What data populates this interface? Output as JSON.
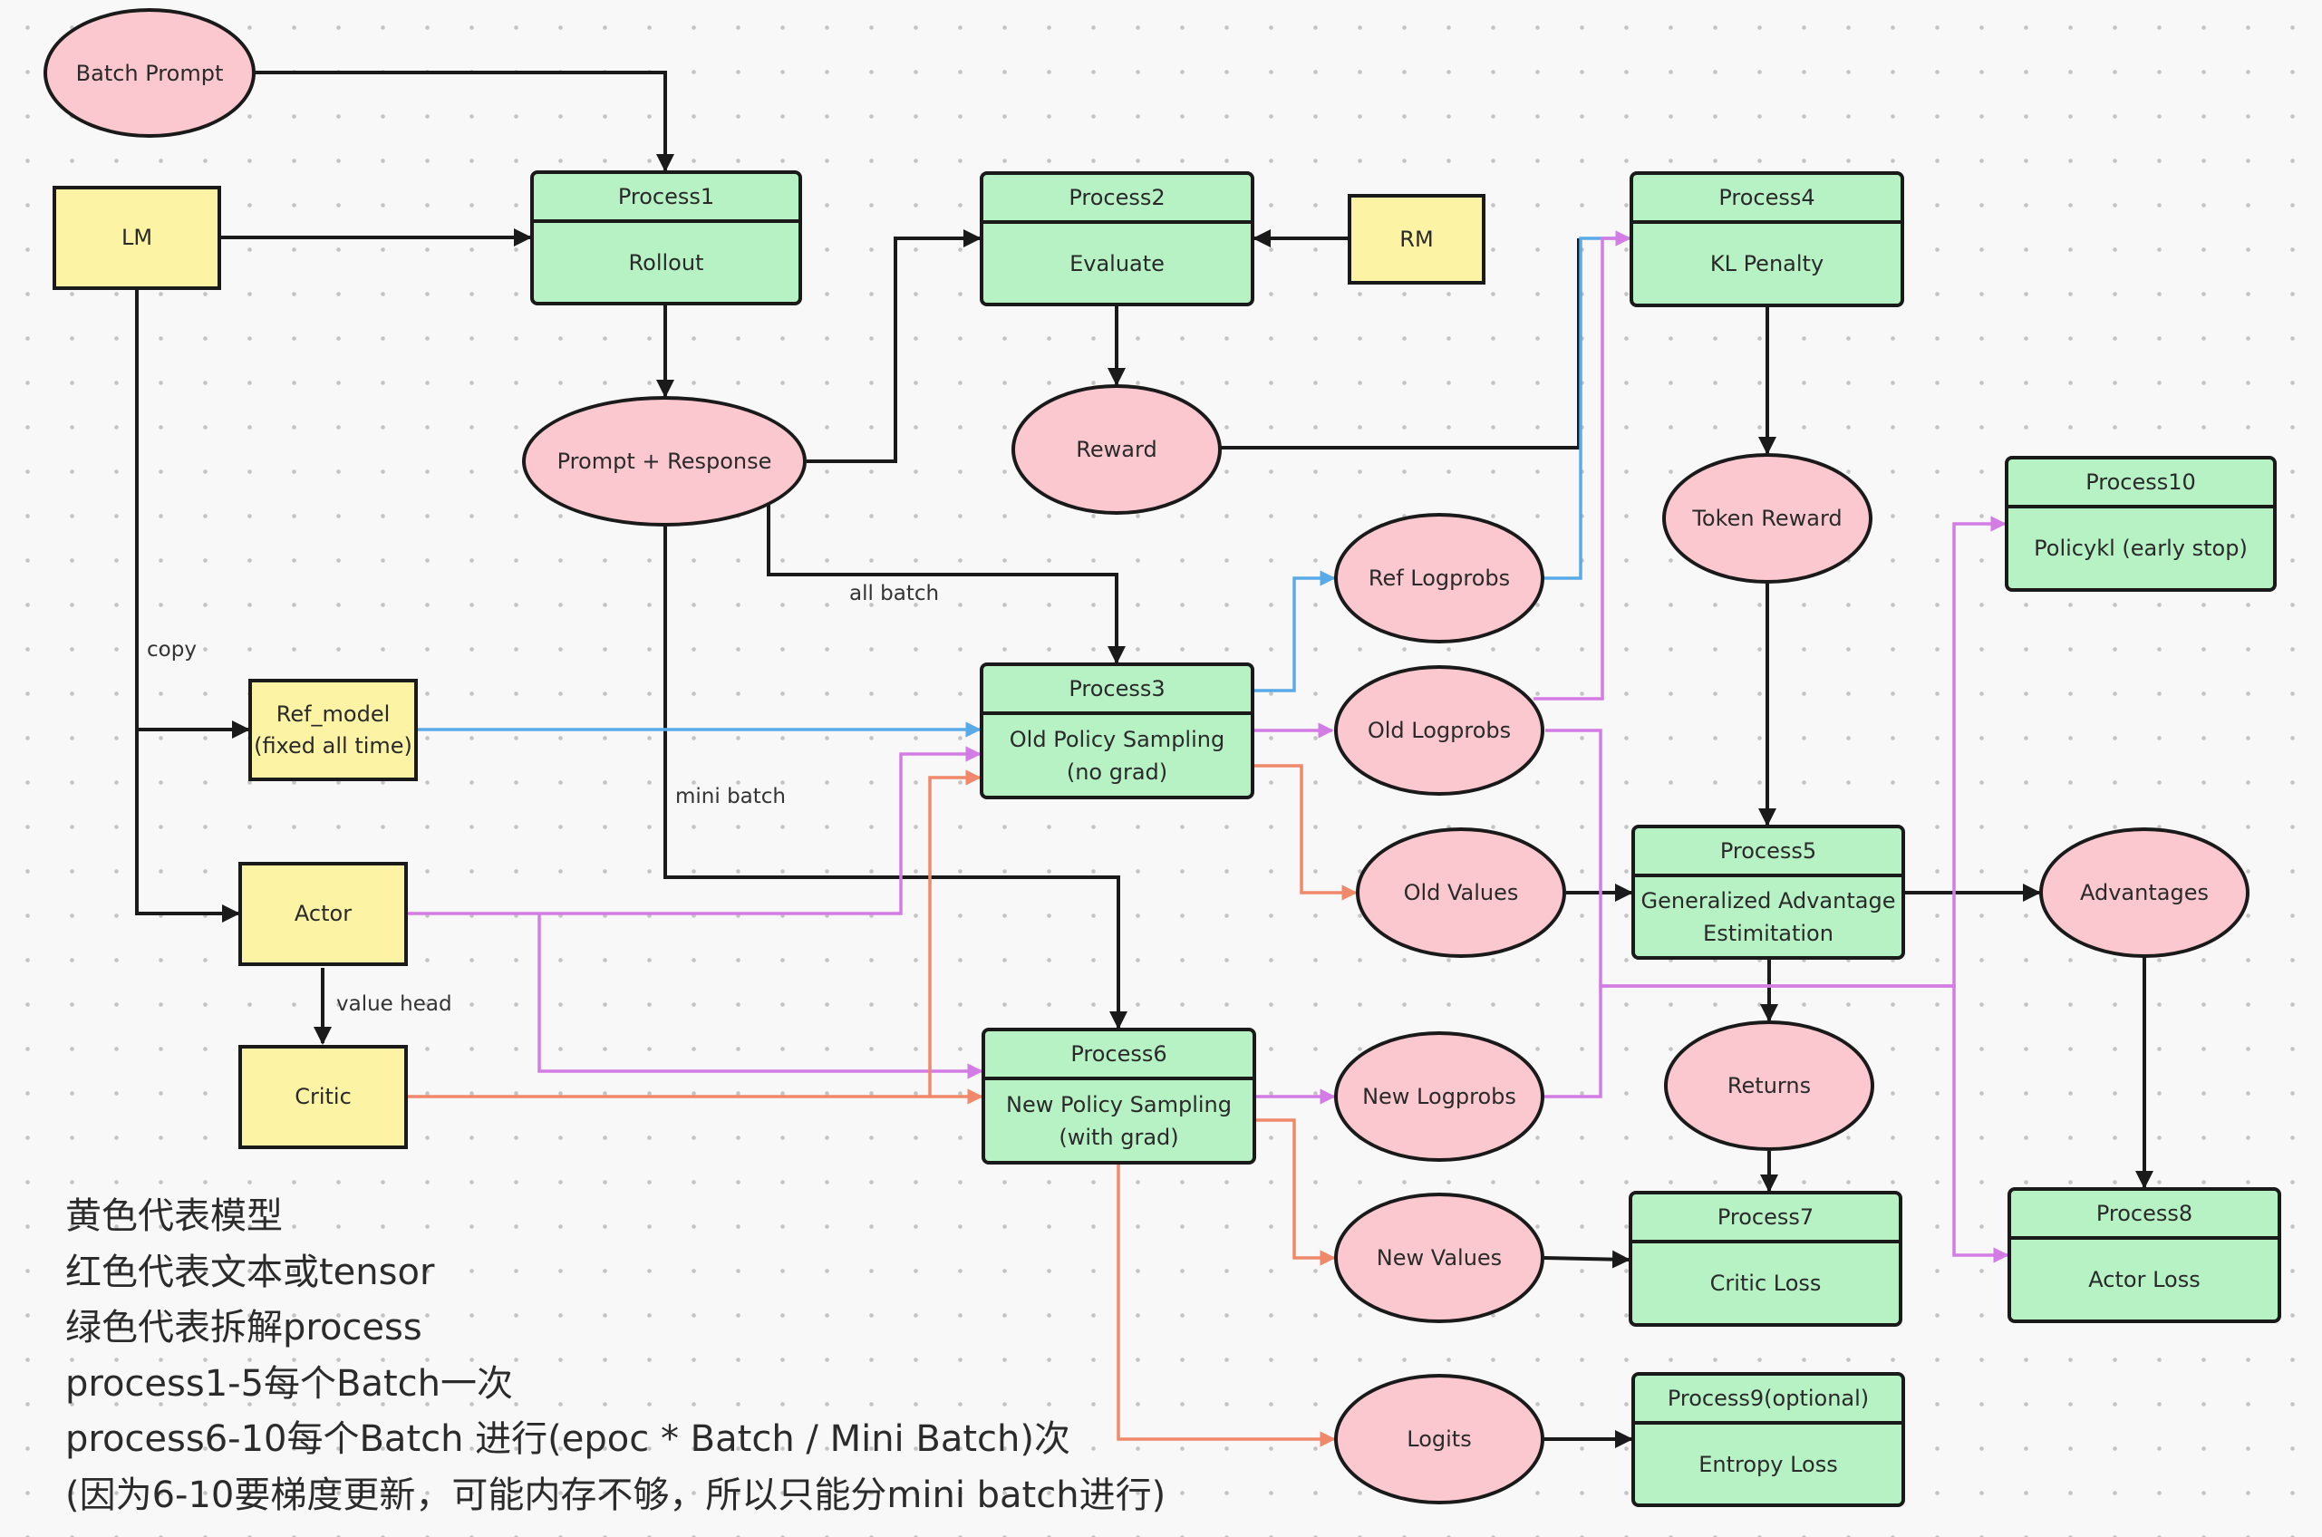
{
  "colors": {
    "model": "#fdf3a4",
    "tensor": "#fbc8cf",
    "process": "#b6f2c4",
    "edge_black": "#1a1a1a",
    "edge_blue": "#5aaae8",
    "edge_violet": "#d47ce6",
    "edge_orange": "#f0886a"
  },
  "nodes": {
    "batch_prompt": "Batch Prompt",
    "lm": "LM",
    "rm": "RM",
    "ref_model": "Ref_model\n(fixed all time)",
    "actor": "Actor",
    "critic": "Critic",
    "prompt_response": "Prompt + Response",
    "reward": "Reward",
    "token_reward": "Token Reward",
    "ref_logprobs": "Ref Logprobs",
    "old_logprobs": "Old Logprobs",
    "old_values": "Old Values",
    "advantages": "Advantages",
    "returns": "Returns",
    "new_logprobs": "New Logprobs",
    "new_values": "New Values",
    "logits": "Logits"
  },
  "processes": {
    "p1": {
      "header": "Process1",
      "body": "Rollout"
    },
    "p2": {
      "header": "Process2",
      "body": "Evaluate"
    },
    "p3": {
      "header": "Process3",
      "body": "Old Policy Sampling\n(no grad)"
    },
    "p4": {
      "header": "Process4",
      "body": "KL Penalty"
    },
    "p5": {
      "header": "Process5",
      "body": "Generalized Advantage\nEstimitation"
    },
    "p6": {
      "header": "Process6",
      "body": "New Policy Sampling\n(with grad)"
    },
    "p7": {
      "header": "Process7",
      "body": "Critic Loss"
    },
    "p8": {
      "header": "Process8",
      "body": "Actor Loss"
    },
    "p9": {
      "header": "Process9(optional)",
      "body": "Entropy Loss"
    },
    "p10": {
      "header": "Process10",
      "body": "Policykl (early stop)"
    }
  },
  "edge_labels": {
    "copy": "copy",
    "all_batch": "all batch",
    "mini_batch": "mini batch",
    "value_head": "value head"
  },
  "notes": [
    "黄色代表模型",
    "红色代表文本或tensor",
    "绿色代表拆解process",
    "process1-5每个Batch一次",
    "process6-10每个Batch 进行(epoc * Batch / Mini Batch)次",
    "(因为6-10要梯度更新，可能内存不够，所以只能分mini batch进行)"
  ]
}
